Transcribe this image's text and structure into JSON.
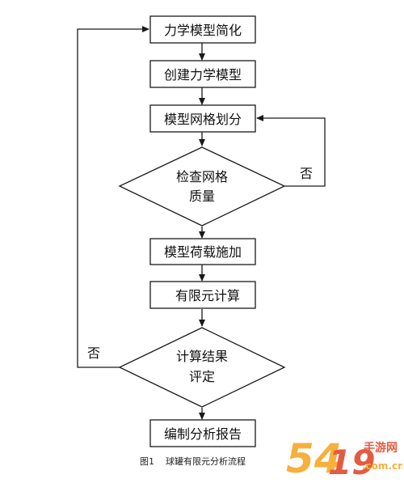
{
  "nodes": {
    "simplify": "力学模型简化",
    "create": "创建力学模型",
    "mesh": "模型网格划分",
    "check_line1": "检查网格",
    "check_line2": "质量",
    "load": "模型荷载施加",
    "fea": "有限元计算",
    "eval_line1": "计算结果",
    "eval_line2": "评定",
    "report": "编制分析报告"
  },
  "branches": {
    "mesh_no": "否",
    "eval_no": "否"
  },
  "caption": "图1    球罐有限元分析流程",
  "watermark": {
    "digits": "54",
    "digits2": "19",
    "tag_top": "手游网",
    "tag_bottom": ".com.cn"
  },
  "colors": {
    "line": "#1a1a1a",
    "box_fill": "#ffffff",
    "wm_orange": "#f5a623",
    "wm_red": "#e0452a"
  }
}
